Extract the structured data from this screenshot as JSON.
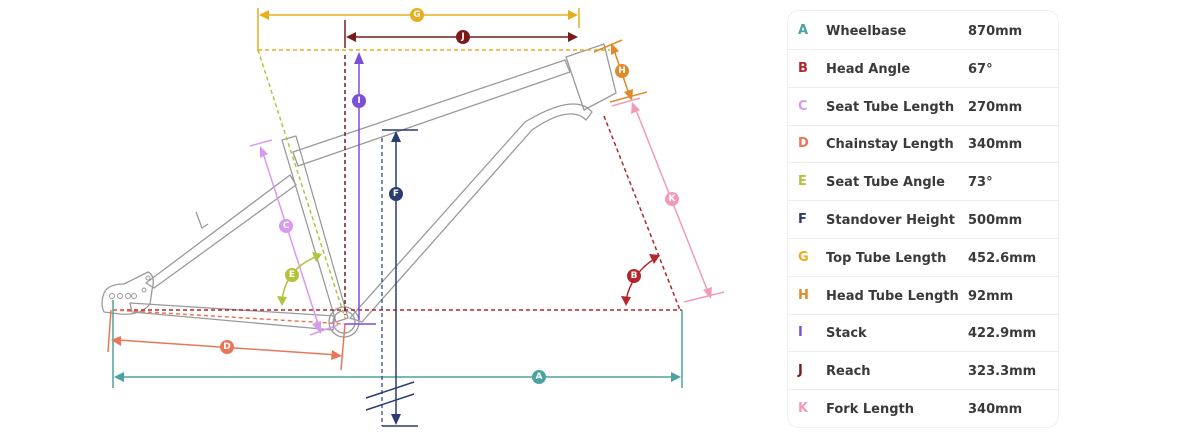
{
  "colors": {
    "A": "#4aa39e",
    "B": "#b3262b",
    "C": "#d79af0",
    "D": "#e8775a",
    "E": "#b4c23c",
    "F": "#2b3c74",
    "G": "#e9ae1f",
    "H": "#e08a27",
    "I": "#7b4fd8",
    "J": "#7a1b1b",
    "K": "#f29bb8",
    "frame": "#9a9a9a"
  },
  "labels": {
    "A": "A",
    "B": "B",
    "C": "C",
    "D": "D",
    "E": "E",
    "F": "F",
    "G": "G",
    "H": "H",
    "I": "I",
    "J": "J",
    "K": "K"
  },
  "geometry_table": [
    {
      "letter": "A",
      "name": "Wheelbase",
      "value": "870mm"
    },
    {
      "letter": "B",
      "name": "Head Angle",
      "value": "67°"
    },
    {
      "letter": "C",
      "name": "Seat Tube Length",
      "value": "270mm"
    },
    {
      "letter": "D",
      "name": "Chainstay Length",
      "value": "340mm"
    },
    {
      "letter": "E",
      "name": "Seat Tube Angle",
      "value": "73°"
    },
    {
      "letter": "F",
      "name": "Standover Height",
      "value": "500mm"
    },
    {
      "letter": "G",
      "name": "Top Tube Length",
      "value": "452.6mm"
    },
    {
      "letter": "H",
      "name": "Head Tube Length",
      "value": "92mm"
    },
    {
      "letter": "I",
      "name": "Stack",
      "value": "422.9mm"
    },
    {
      "letter": "J",
      "name": "Reach",
      "value": "323.3mm"
    },
    {
      "letter": "K",
      "name": "Fork Length",
      "value": "340mm"
    }
  ]
}
